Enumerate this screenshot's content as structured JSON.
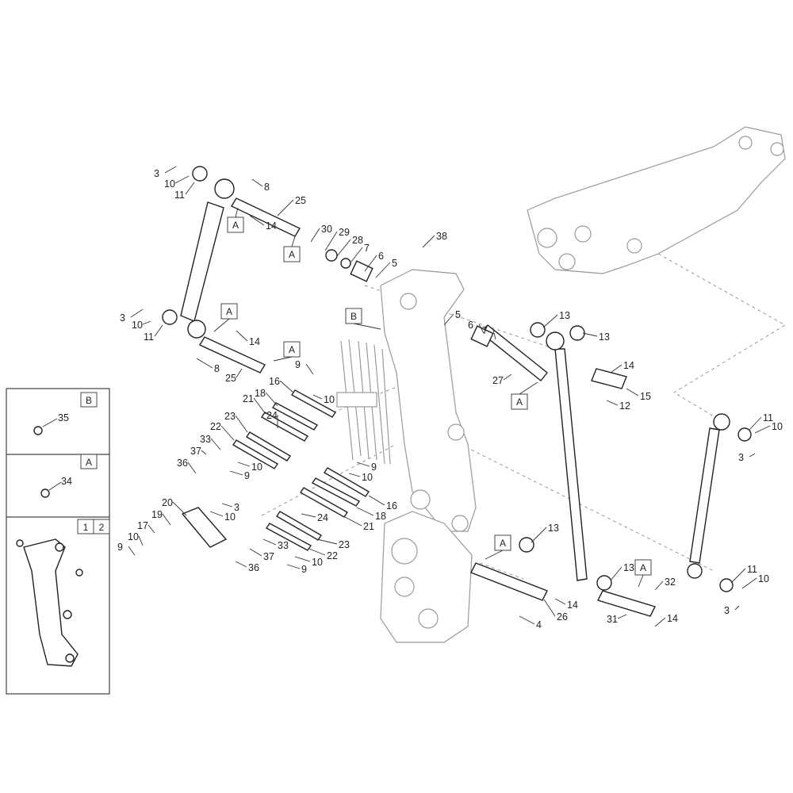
{
  "callouts": [
    "3",
    "10",
    "11",
    "8",
    "25",
    "14",
    "30",
    "29",
    "28",
    "7",
    "6",
    "5",
    "38",
    "3",
    "10",
    "11",
    "14",
    "8",
    "25",
    "9",
    "16",
    "10",
    "18",
    "21",
    "24",
    "23",
    "22",
    "33",
    "37",
    "36",
    "10",
    "9",
    "9",
    "10",
    "16",
    "24",
    "18",
    "21",
    "3",
    "10",
    "20",
    "19",
    "17",
    "10",
    "9",
    "23",
    "33",
    "22",
    "37",
    "10",
    "36",
    "9",
    "5",
    "13",
    "6",
    "13",
    "7",
    "27",
    "14",
    "15",
    "12",
    "11",
    "10",
    "3",
    "13",
    "13",
    "32",
    "14",
    "26",
    "4",
    "31",
    "14",
    "11",
    "10",
    "3"
  ],
  "reference_boxes": [
    "A",
    "A",
    "A",
    "A",
    "B",
    "A",
    "A",
    "A"
  ],
  "inset": {
    "panel_b": {
      "letter": "B",
      "part": "35"
    },
    "panel_a": {
      "letter": "A",
      "part": "34"
    },
    "panel_assembly": {
      "tags": [
        "1",
        "2"
      ]
    }
  }
}
